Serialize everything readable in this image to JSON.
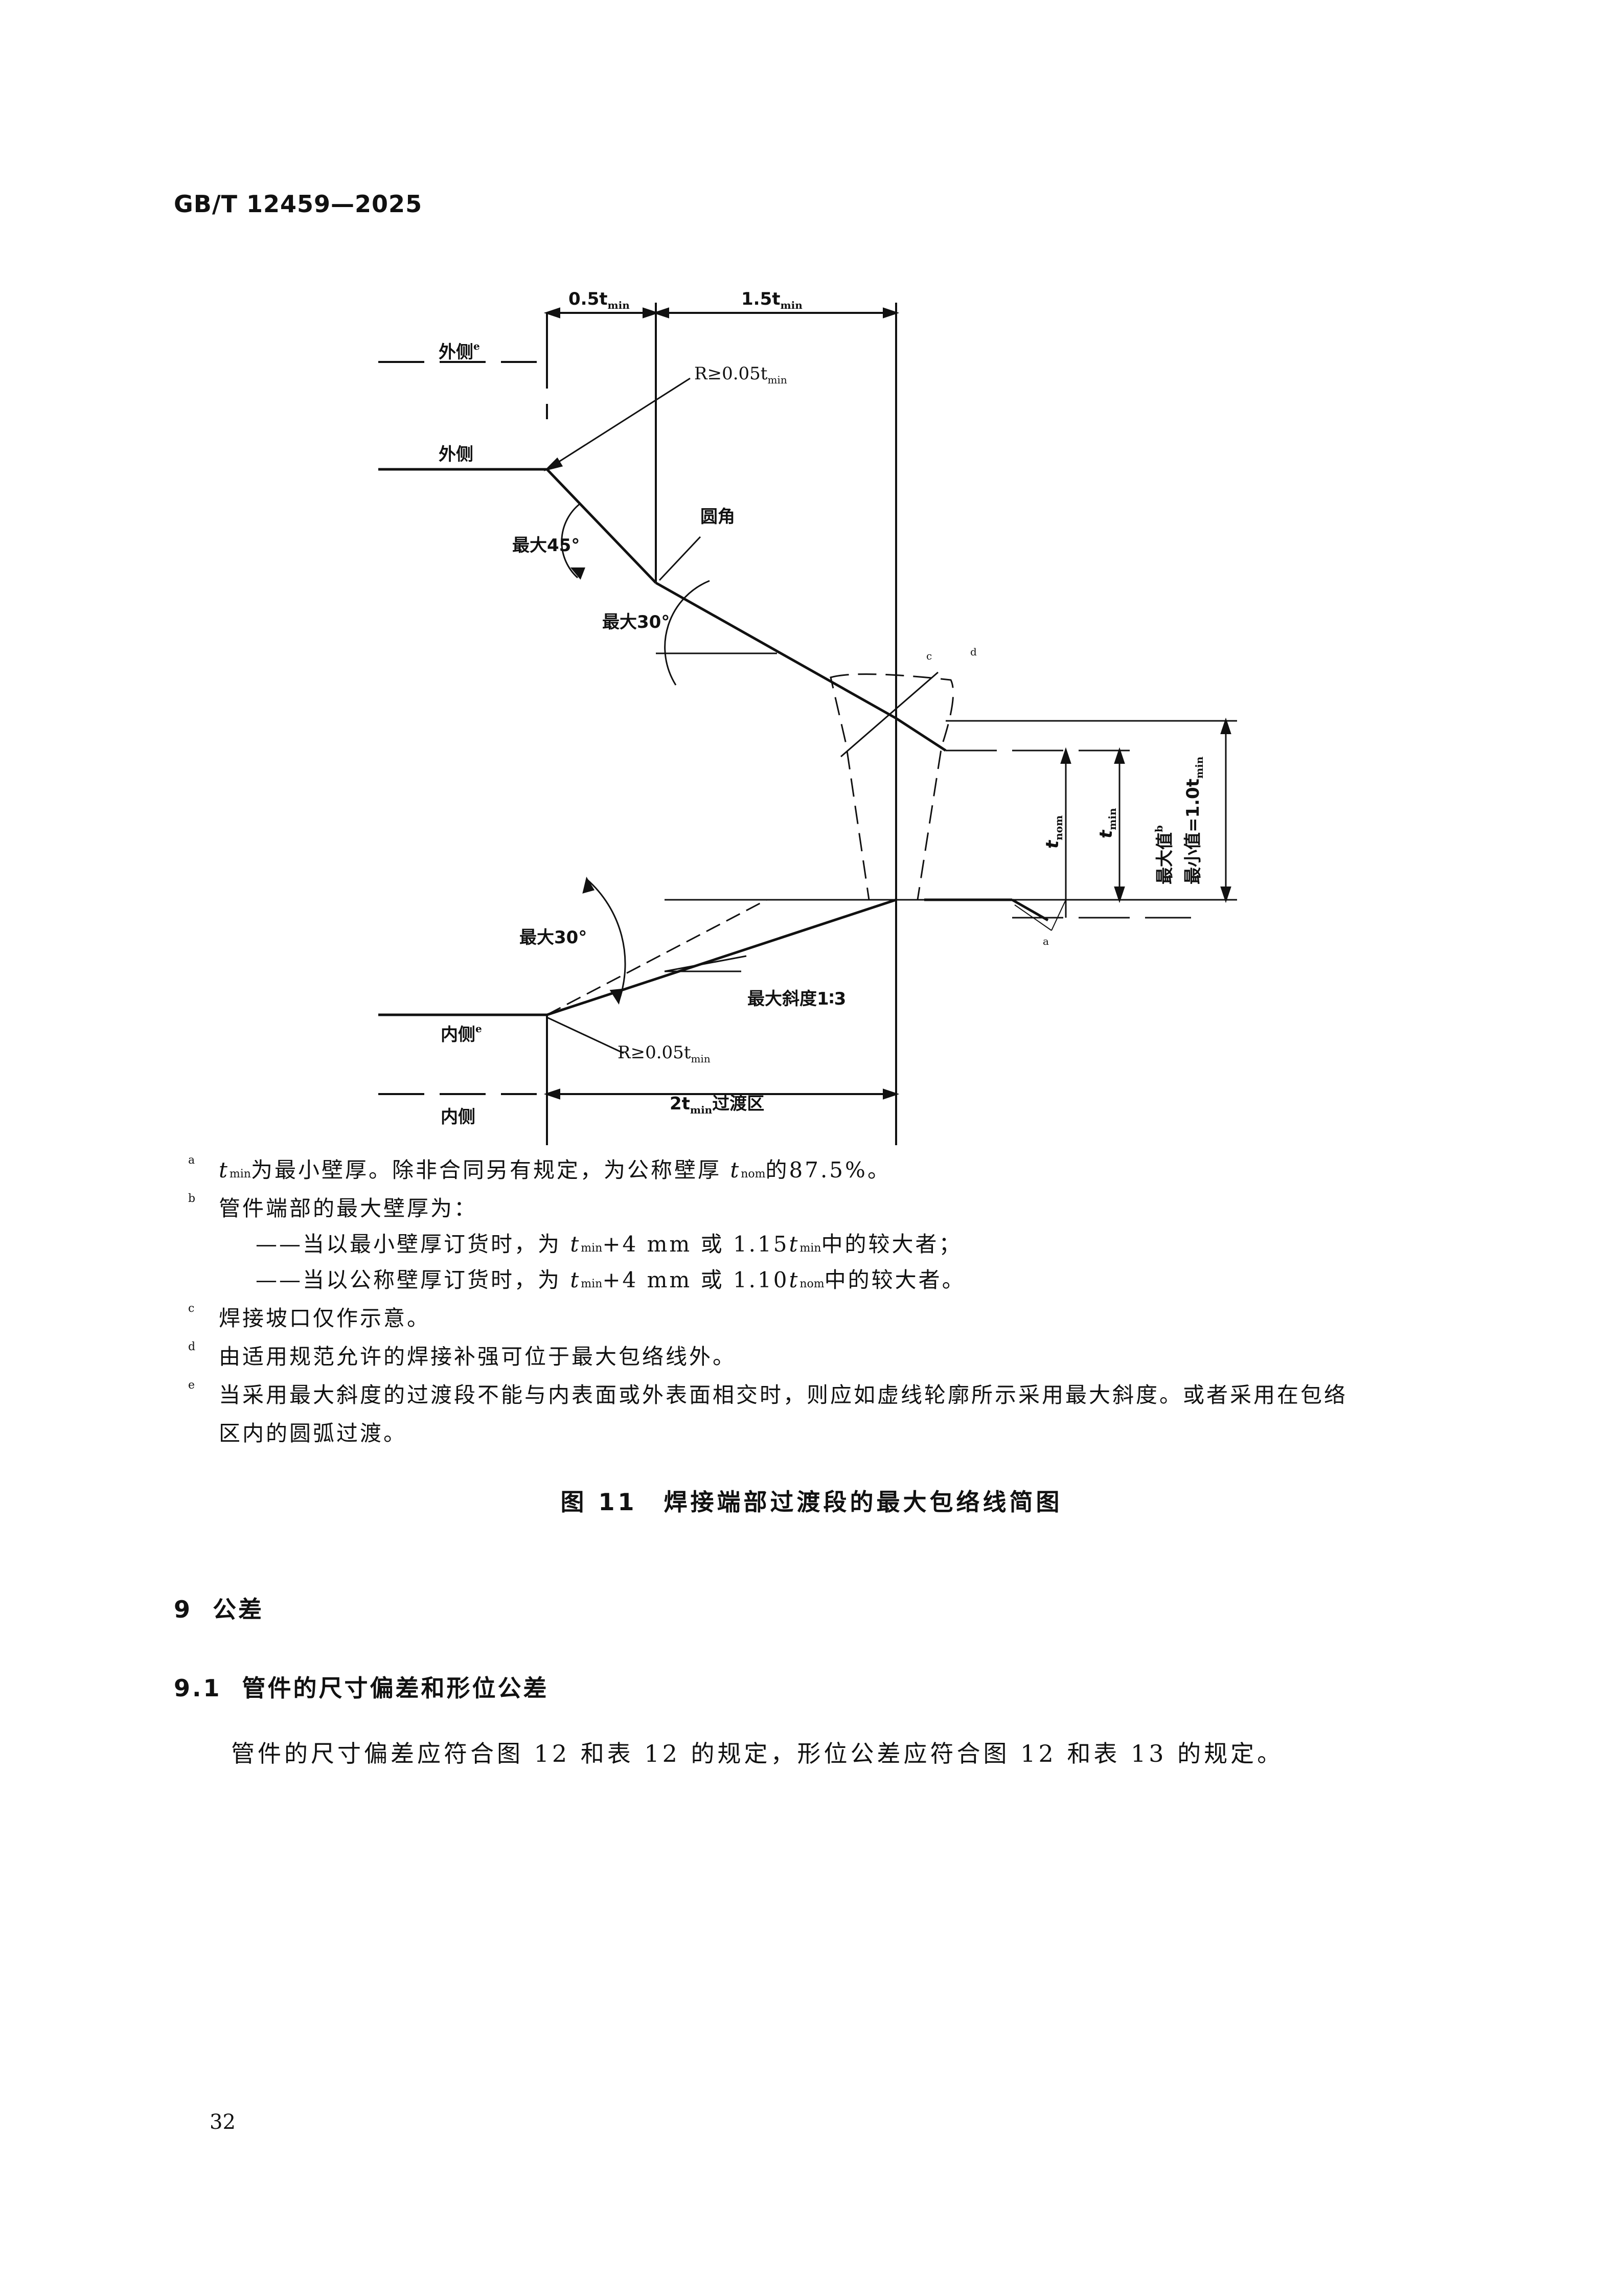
{
  "header": {
    "standard_code": "GB/T 12459—2025"
  },
  "figure": {
    "dim_top_left": "0.5t",
    "dim_top_right": "1.5t",
    "sub_min": "min",
    "sub_nom": "nom",
    "outer_label_e": "外侧",
    "outer_label": "外侧",
    "radius_top": "R≥0.05t",
    "round_corner": "圆角",
    "max45": "最大45°",
    "max30_top": "最大30°",
    "max30_bottom": "最大30°",
    "max_slope": "最大斜度1∶3",
    "inner_label_e": "内侧",
    "inner_label": "内侧",
    "radius_bottom": "R≥0.05t",
    "transition": "2t",
    "transition_suffix": "过渡区",
    "t_nom": "t",
    "t_min": "t",
    "max_value": "最大值",
    "min_value": "最小值=1.0t",
    "mark_a": "a",
    "mark_b": "b",
    "mark_c": "c",
    "mark_d": "d",
    "mark_e": "e"
  },
  "footnotes": {
    "a_mark": "a",
    "a_text_1": "为最小壁厚。除非合同另有规定，为公称壁厚",
    "a_text_2": "的87.5%。",
    "t_letter": "t",
    "sub_min": "min",
    "sub_nom": "nom",
    "b_mark": "b",
    "b_text": "管件端部的最大壁厚为：",
    "b_line1_pre": "——当以最小壁厚订货时，为",
    "b_line1_mid": "+4 mm 或 1.15",
    "b_line1_post": "中的较大者；",
    "b_line2_pre": "——当以公称壁厚订货时，为",
    "b_line2_mid": "+4 mm 或 1.10",
    "b_line2_post": "中的较大者。",
    "c_mark": "c",
    "c_text": "焊接坡口仅作示意。",
    "d_mark": "d",
    "d_text": "由适用规范允许的焊接补强可位于最大包络线外。",
    "e_mark": "e",
    "e_text_1": "当采用最大斜度的过渡段不能与内表面或外表面相交时，则应如虚线轮廓所示采用最大斜度。或者采用在包络",
    "e_text_2": "区内的圆弧过渡。"
  },
  "caption": "图 11　焊接端部过渡段的最大包络线简图",
  "section": {
    "number": "9",
    "title": "公差"
  },
  "subsection": {
    "number": "9.1",
    "title": "管件的尺寸偏差和形位公差"
  },
  "paragraph": "管件的尺寸偏差应符合图 12 和表 12 的规定，形位公差应符合图 12 和表 13 的规定。",
  "page_number": "32"
}
